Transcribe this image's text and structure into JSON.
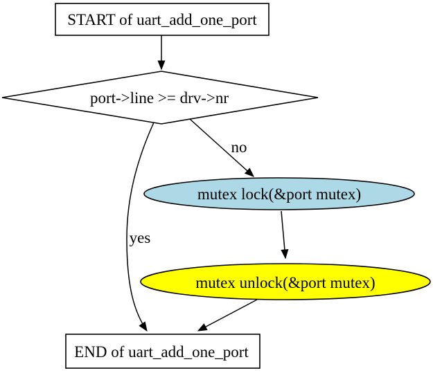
{
  "diagram": {
    "type": "flowchart",
    "function_name": "uart_add_one_port",
    "background": "#ffffff",
    "line_color": "#000000",
    "nodes": {
      "start": {
        "label": "START of uart_add_one_port",
        "shape": "rectangle",
        "fill": "#ffffff"
      },
      "condition": {
        "label": "port->line >= drv->nr",
        "shape": "diamond",
        "fill": "#ffffff"
      },
      "mutex_lock": {
        "label": "mutex lock(&port mutex)",
        "shape": "ellipse",
        "fill": "#add8e6"
      },
      "mutex_unlock": {
        "label": "mutex unlock(&port mutex)",
        "shape": "ellipse",
        "fill": "#ffff00"
      },
      "end": {
        "label": "END of uart_add_one_port",
        "shape": "rectangle",
        "fill": "#ffffff"
      }
    },
    "edges": [
      {
        "from": "start",
        "to": "condition",
        "label": ""
      },
      {
        "from": "condition",
        "to": "mutex_lock",
        "label": "no"
      },
      {
        "from": "condition",
        "to": "end",
        "label": "yes"
      },
      {
        "from": "mutex_lock",
        "to": "mutex_unlock",
        "label": ""
      },
      {
        "from": "mutex_unlock",
        "to": "end",
        "label": ""
      }
    ]
  }
}
